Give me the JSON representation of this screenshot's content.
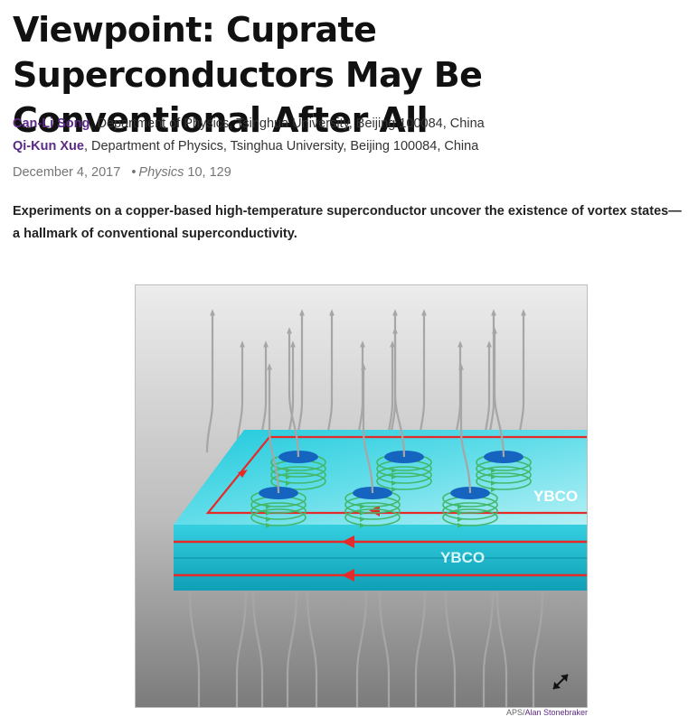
{
  "article": {
    "title": "Viewpoint: Cuprate Superconductors May Be Conventional After All",
    "authors": [
      {
        "name": "Can-Li Song",
        "affiliation": ", Department of Physics, Tsinghua University, Beijing 100084, China"
      },
      {
        "name": "Qi-Kun Xue",
        "affiliation": ", Department of Physics, Tsinghua University, Beijing 100084, China"
      }
    ],
    "date": "December 4, 2017",
    "bullet": "•",
    "journal": "Physics",
    "volume_page": " 10, 129",
    "abstract": "Experiments on a copper-based high-temperature superconductor uncover the existence of vortex states—a hallmark of conventional superconductivity."
  },
  "figure": {
    "layer_labels": [
      "YBCO",
      "YBCO"
    ],
    "credit_prefix": "APS/",
    "credit_name": "Alan Stonebraker",
    "expand_icon": "expand-arrows-icon",
    "colors": {
      "slab": "#26c6da",
      "slab_side": "#12aec4",
      "current": "#e52a2a",
      "vortex_core": "#1565c0",
      "vortex_ring": "#43b86a",
      "field_line": "#a6a6a6",
      "link": "#5b2a86"
    }
  }
}
